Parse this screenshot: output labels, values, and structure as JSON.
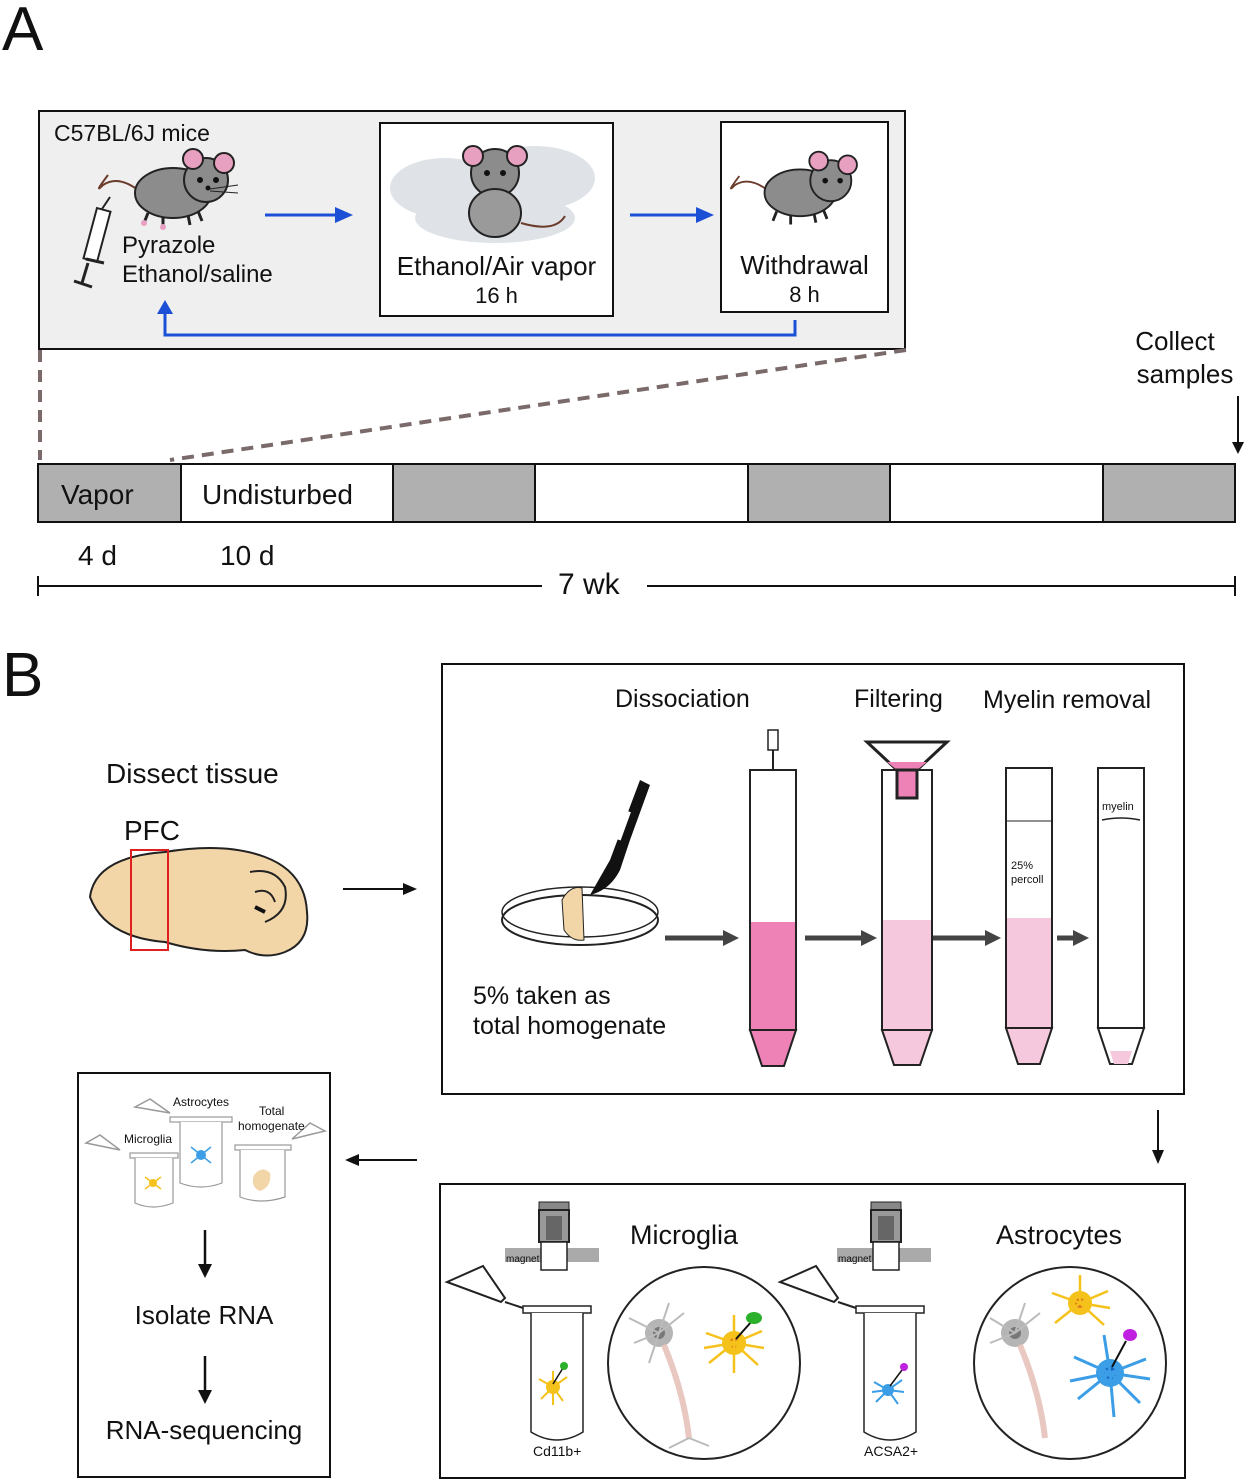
{
  "panels": {
    "a": "A",
    "b": "B"
  },
  "colors": {
    "arrow_blue": "#1a4fd6",
    "gray_box": "#efefef",
    "timeline_gray": "#b0b0b0",
    "pink": "#ee82b6",
    "light_pink": "#f5c8dd",
    "microglia_yellow": "#f5c21b",
    "astro_blue": "#3b9ee6"
  },
  "a": {
    "strain": "C57BL/6J mice",
    "injection_line1": "Pyrazole",
    "injection_line2": "Ethanol/saline",
    "vapor_title": "Ethanol/Air vapor",
    "vapor_duration": "16 h",
    "withdrawal_title": "Withdrawal",
    "withdrawal_duration": "8 h",
    "collect_line1": "Collect",
    "collect_line2": "samples",
    "timeline": {
      "vapor": "Vapor",
      "undisturbed": "Undisturbed",
      "vapor_days": "4 d",
      "undisturbed_days": "10 d",
      "total": "7 wk"
    }
  },
  "b": {
    "dissect": "Dissect tissue",
    "region": "PFC",
    "steps": {
      "dissociation": "Dissociation",
      "filtering": "Filtering",
      "myelin_removal": "Myelin removal"
    },
    "homogenate_line1": "5% taken as",
    "homogenate_line2": "total homogenate",
    "percoll_line1": "25%",
    "percoll_line2": "percoll",
    "myelin": "myelin",
    "magnet": "magnet",
    "microglia": "Microglia",
    "astrocytes": "Astrocytes",
    "cd11b": "Cd11b+",
    "acsa2": "ACSA2+",
    "final": {
      "astrocytes": "Astrocytes",
      "microglia": "Microglia",
      "total_line1": "Total",
      "total_line2": "homogenate",
      "isolate": "Isolate RNA",
      "sequencing": "RNA-sequencing"
    }
  }
}
